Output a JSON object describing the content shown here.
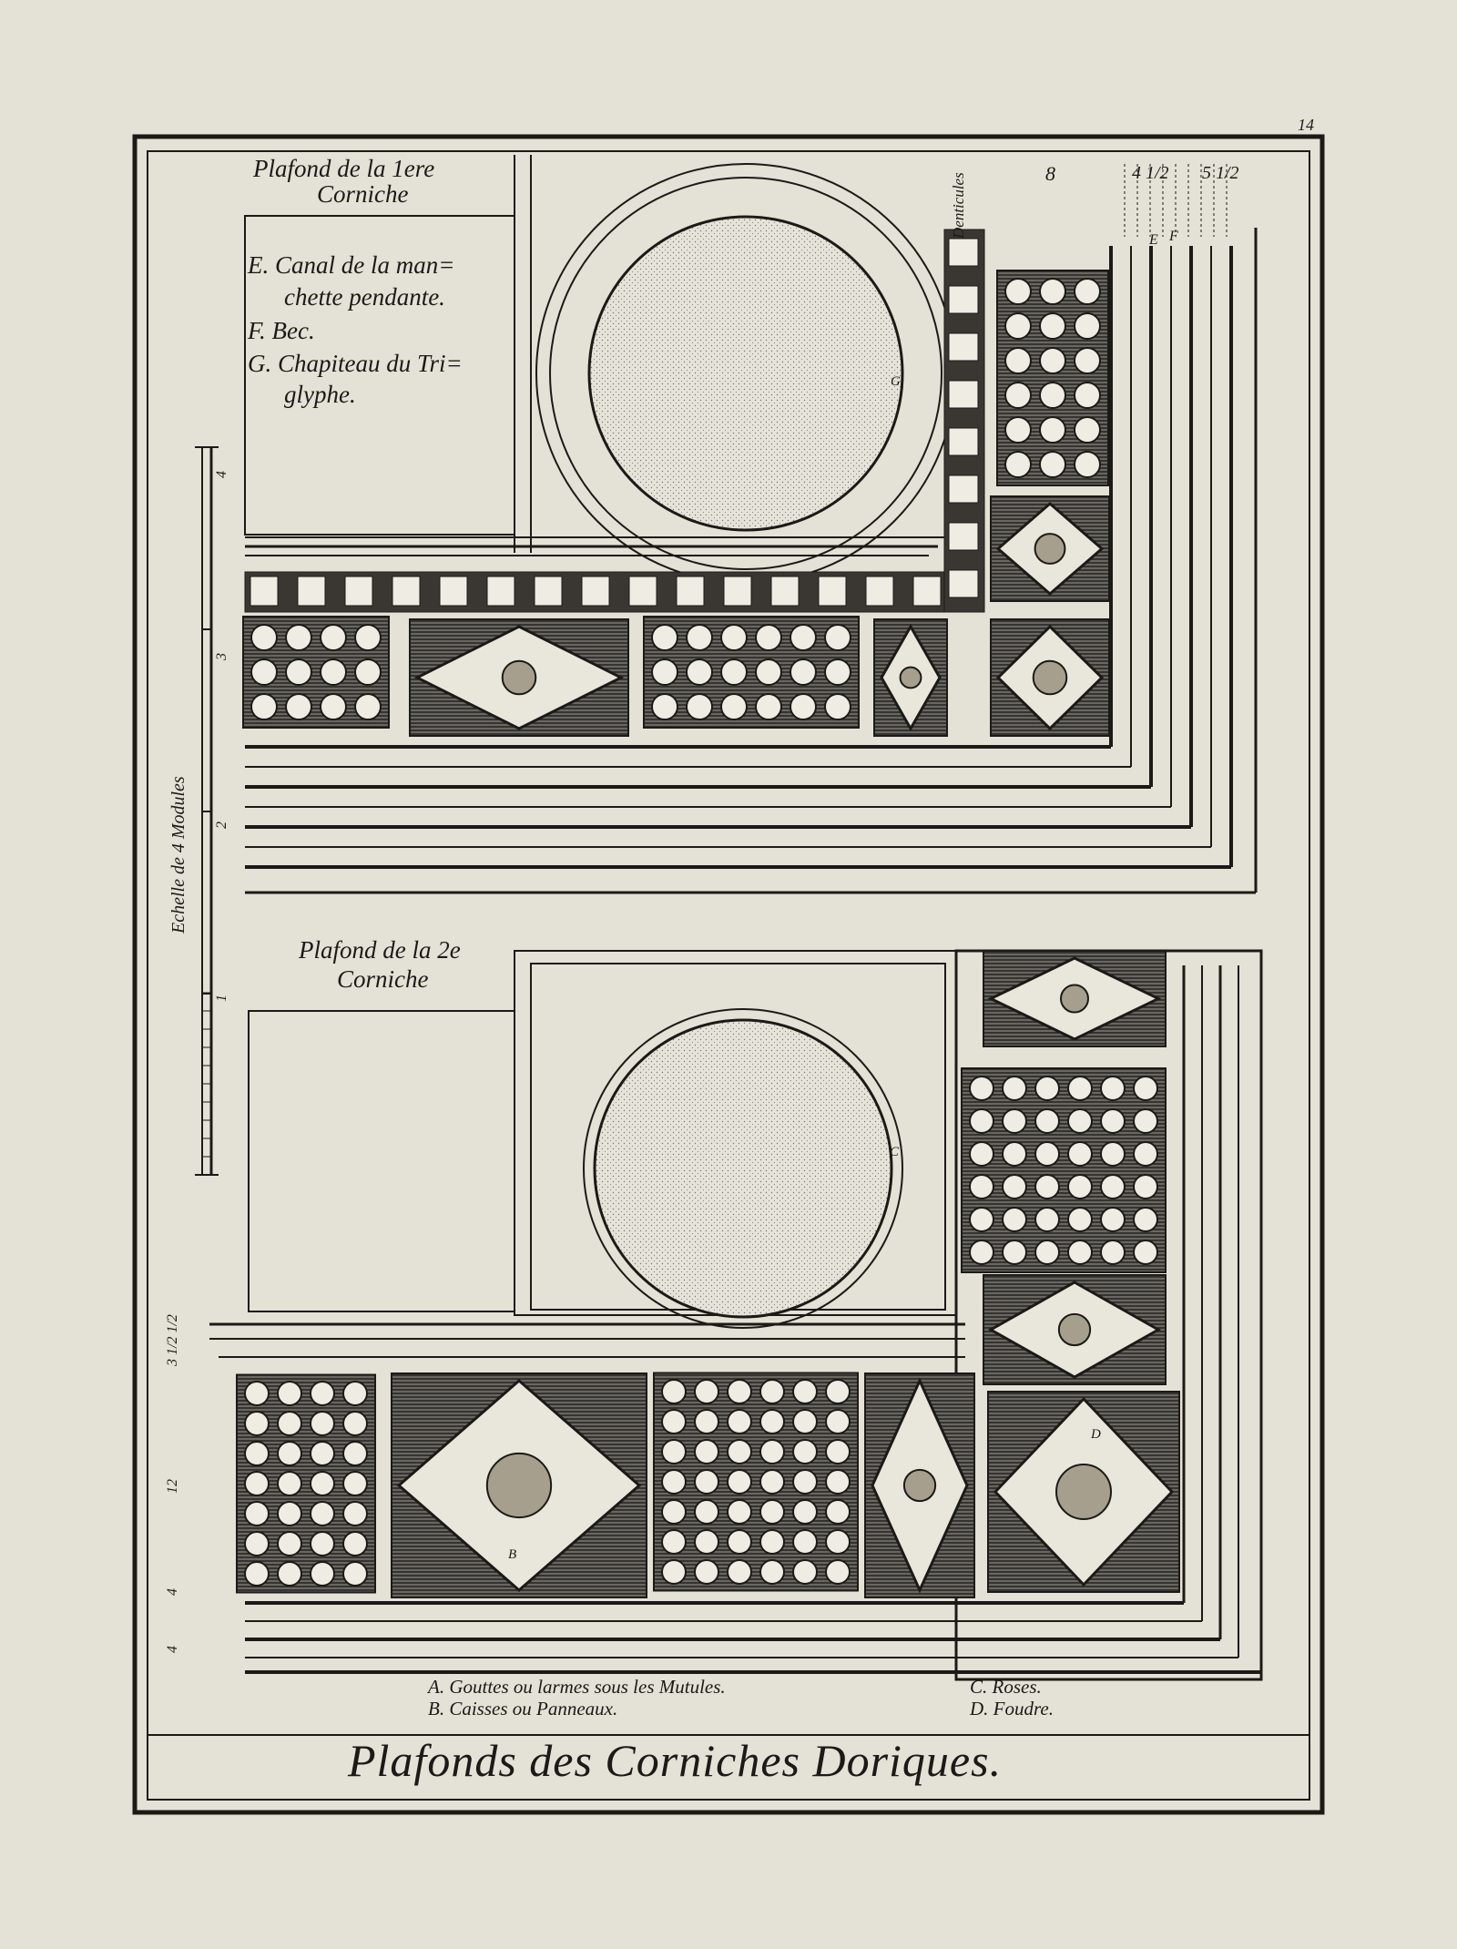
{
  "page_number": "14",
  "title": "Plafonds des Corniches Doriques.",
  "upper_plate": {
    "heading_line1": "Plafond de la 1ere",
    "heading_line2": "Corniche",
    "legend": [
      {
        "line1": "E. Canal de la man=",
        "line2": "chette pendante."
      },
      {
        "line1": "F. Bec.",
        "line2": ""
      },
      {
        "line1": "G. Chapiteau du Tri=",
        "line2": "glyphe."
      }
    ],
    "dentils_label": "Denticules",
    "dimensions": [
      "8",
      "4 1/2",
      "5 1/2"
    ],
    "marks": [
      "E",
      "F",
      "G"
    ]
  },
  "lower_plate": {
    "heading_line1": "Plafond de la 2e",
    "heading_line2": "Corniche",
    "side_dimensions": [
      "3 1/2 1/2",
      "12",
      "4",
      "4"
    ],
    "marks": [
      "C",
      "B",
      "D"
    ]
  },
  "scale": {
    "label": "Echelle de 4 Modules",
    "ticks": [
      "1",
      "2",
      "3",
      "4"
    ]
  },
  "captions": {
    "a": "A. Gouttes ou larmes sous les Mutules.",
    "b": "B. Caisses ou Panneaux.",
    "c": "C. Roses.",
    "d": "D. Foudre."
  },
  "colors": {
    "paper": "#e4e1d6",
    "ink": "#1c1a17",
    "stipple": "#d8d4c8"
  }
}
